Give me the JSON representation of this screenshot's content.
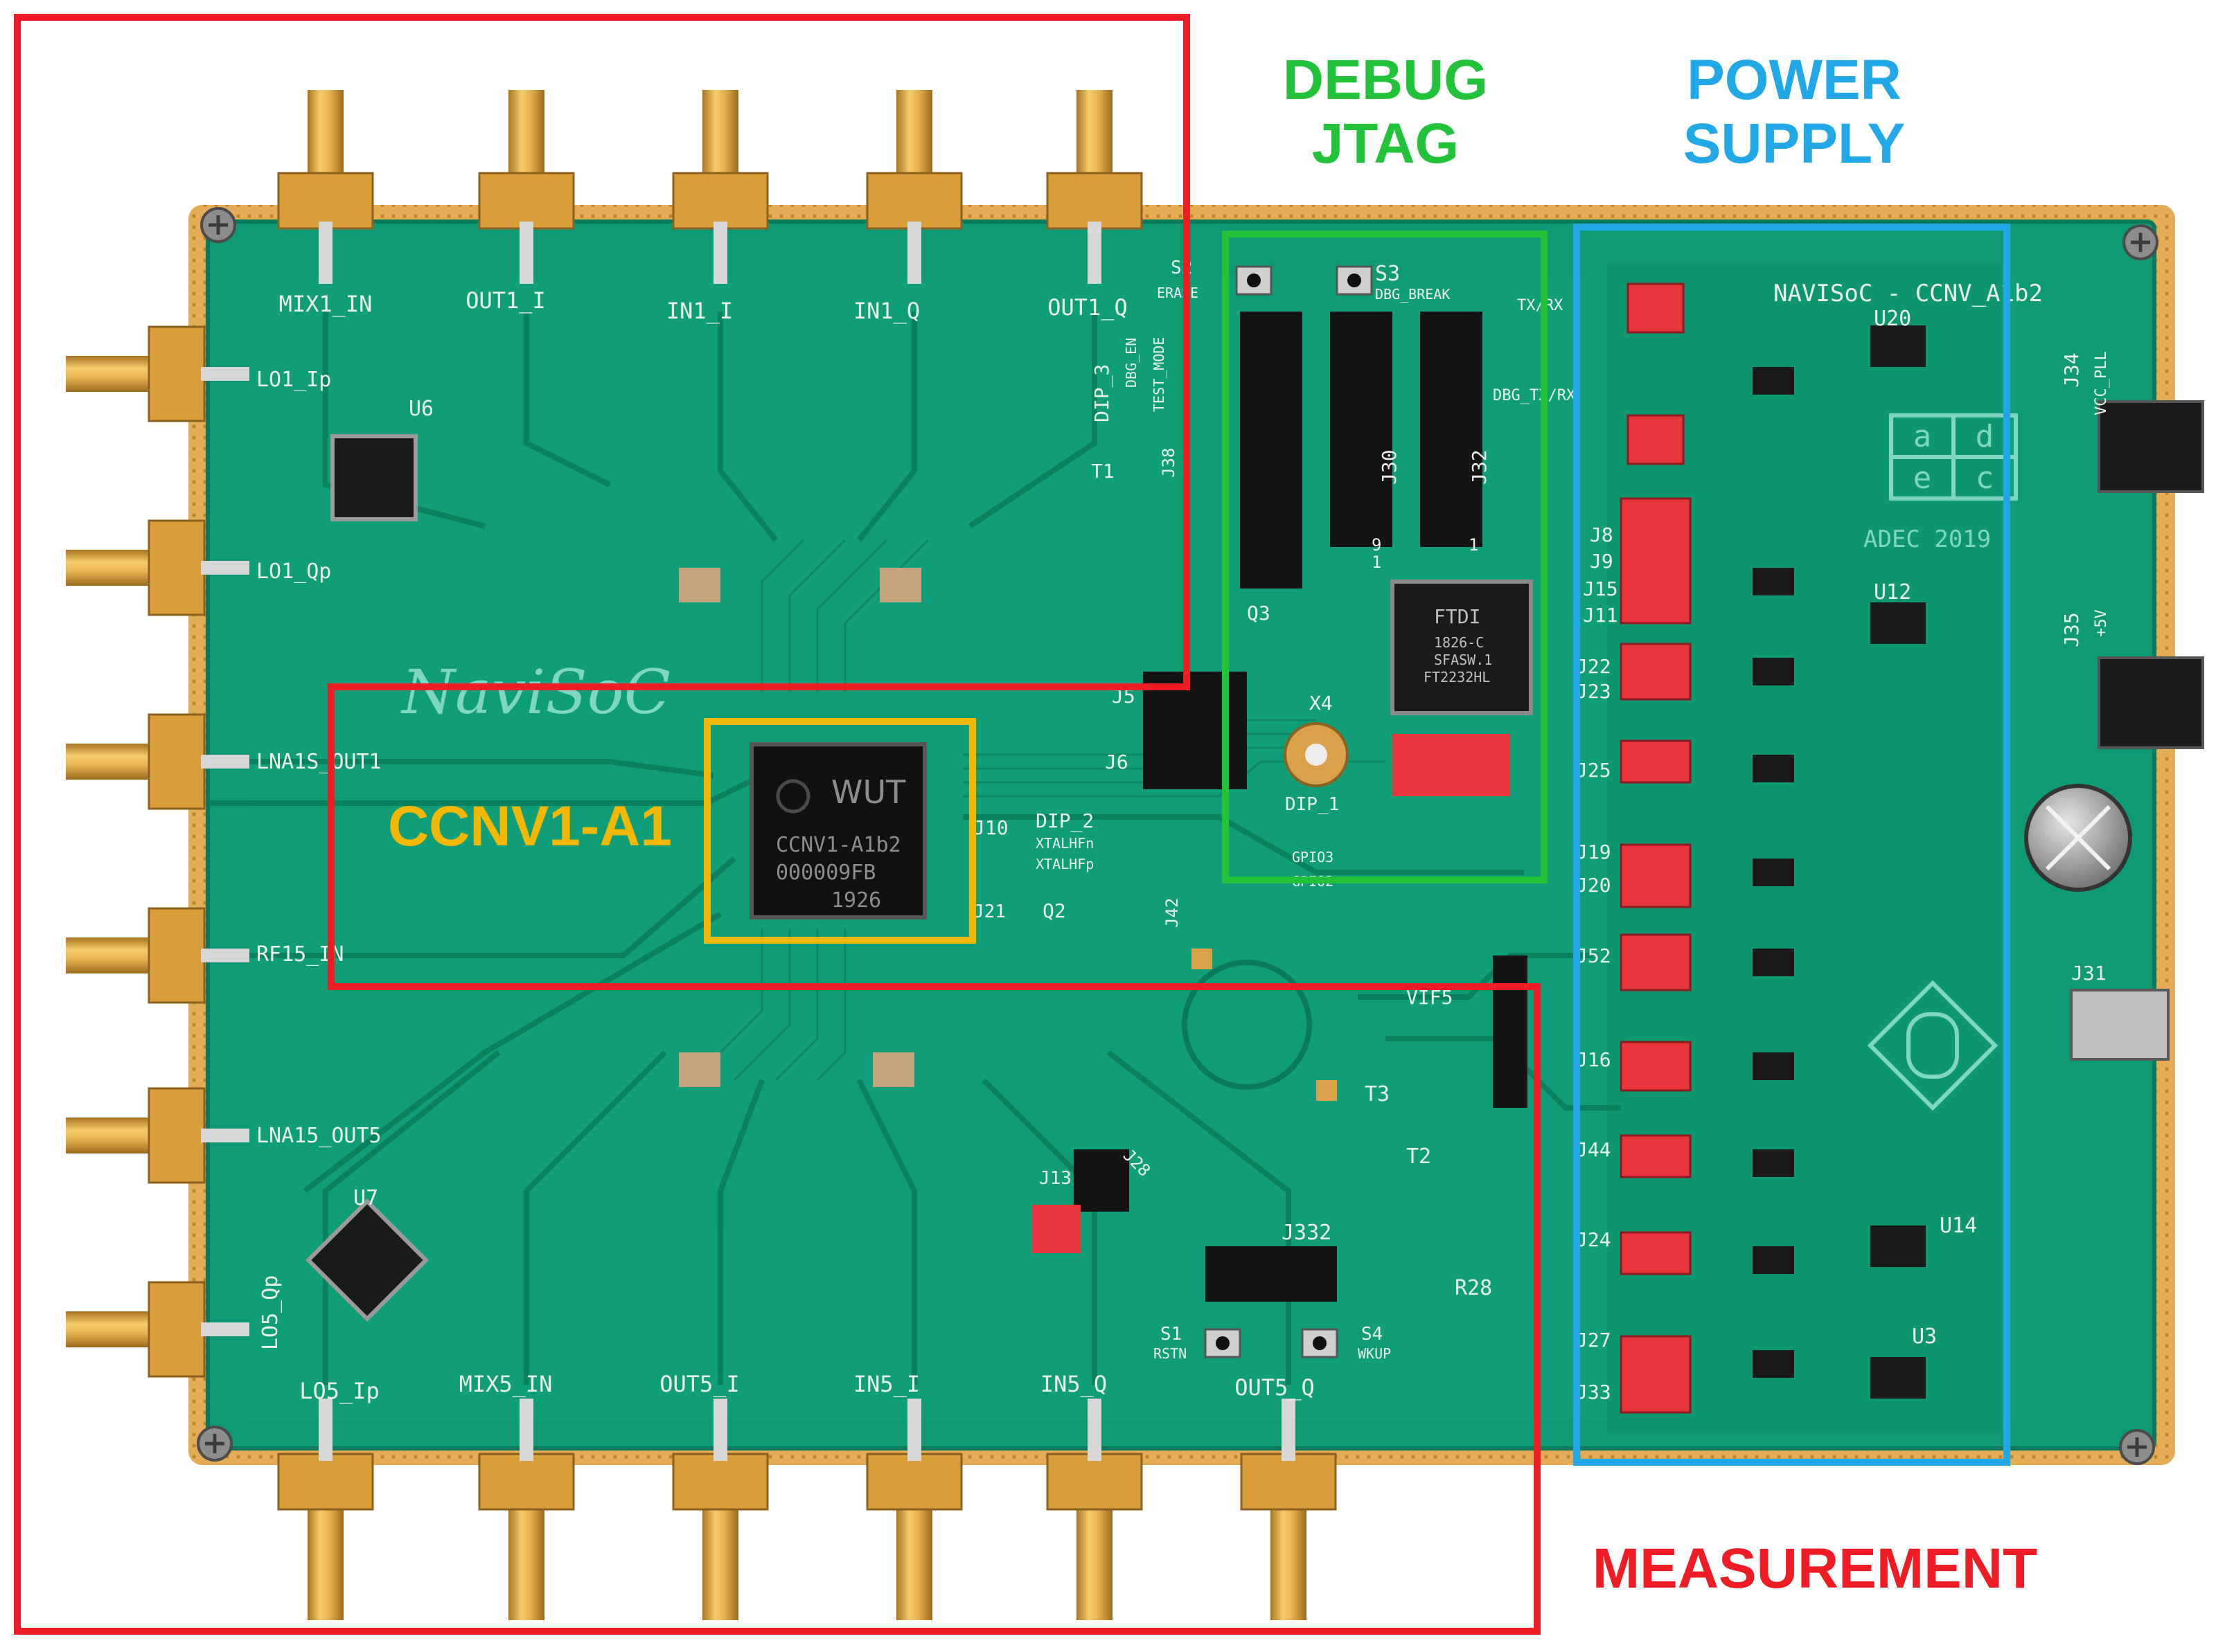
{
  "colors": {
    "pcb": "#0f9a76",
    "pcb_dark": "#0b7a5c",
    "gold": "#d9a24a",
    "measurement": "#ee1c25",
    "debug": "#22c33a",
    "power": "#22a8e6",
    "chip": "#f5b800",
    "jumper": "#e8353c"
  },
  "annotations": {
    "debug": "DEBUG\nJTAG",
    "power": "POWER\nSUPPLY",
    "measurement": "MEASUREMENT",
    "chip": "CCNV1-A1"
  },
  "board": {
    "title": "NAVISoC - CCNV_A1b2",
    "logo": "NaviSoC",
    "adec_year": "ADEC 2019",
    "adec_logo": [
      "a",
      "d",
      "e",
      "c"
    ],
    "chip_marking": [
      "WUT",
      "CCNV1-A1b2",
      "000009FB",
      "1926"
    ],
    "ftdi_marking": [
      "FTDI",
      "1826-C",
      "SFASW.1",
      "FT2232HL"
    ],
    "connectors_top": [
      "MIX1_IN",
      "OUT1_I",
      "IN1_I",
      "IN1_Q",
      "OUT1_Q"
    ],
    "connectors_bottom": [
      "LO5_Ip",
      "MIX5_IN",
      "OUT5_I",
      "IN5_I",
      "IN5_Q",
      "OUT5_Q"
    ],
    "connectors_left": [
      "LO1_Ip",
      "LO1_Qp",
      "LNA1S_OUT1",
      "RF15_IN",
      "LNA15_OUT5",
      "LO5_Qp"
    ],
    "parts": {
      "u6": "U6",
      "u7": "U7",
      "u20": "U20",
      "u12": "U12",
      "u14": "U14",
      "u3": "U3",
      "j34": "J34",
      "j34_sub": "VCC_PLL",
      "j35": "J35",
      "j35_sub": "+5V",
      "j31": "J31",
      "s2": "S2",
      "s3": "S3",
      "s3_sub": "DBG_BREAK",
      "erase": "ERASE",
      "dip3": "DIP_3",
      "dip3_sub": "DBG_EN",
      "test_mode": "TEST_MODE",
      "t1": "T1",
      "j38": "J38",
      "j30": "J30",
      "j32": "J32",
      "j5": "J5",
      "j6": "J6",
      "q3": "Q3",
      "x4": "X4",
      "dip1": "DIP_1",
      "gpio3": "GPIO3",
      "gpio2": "GPIO2",
      "j10": "J10",
      "dip2": "DIP_2",
      "xtalhfn": "XTALHFn",
      "xtalhfp": "XTALHFp",
      "j21": "J21",
      "q2": "Q2",
      "j42": "J42",
      "vif5": "VIF5",
      "t3": "T3",
      "t2": "T2",
      "j13": "J13",
      "j28": "J28",
      "j332": "J332",
      "r28": "R28",
      "s1": "S1",
      "s1_sub": "RSTN",
      "s4": "S4",
      "s4_sub": "WKUP",
      "dbg_tx": "DBG_TX/RX",
      "rx_tx": "TX/RX",
      "j8": "J8",
      "j9": "J9",
      "j15": "J15",
      "j11": "J11",
      "j22": "J22",
      "j23": "J23",
      "j25": "J25",
      "j19": "J19",
      "j20": "J20",
      "j52": "J52",
      "j16": "J16",
      "j44": "J44",
      "j24": "J24",
      "j27": "J27",
      "j33": "J33",
      "pin_1a": "1",
      "pin_9": "9",
      "pin_1b": "1"
    }
  }
}
